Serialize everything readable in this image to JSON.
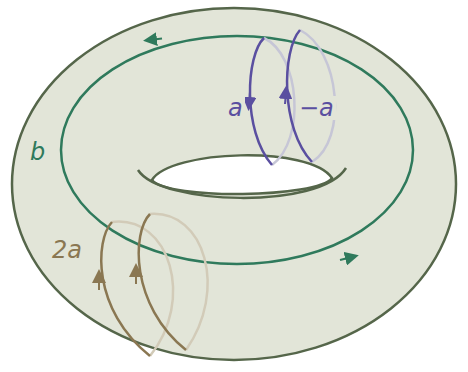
{
  "diagram": {
    "labels": [
      "a",
      "−a",
      "b",
      "2a"
    ]
  }
}
